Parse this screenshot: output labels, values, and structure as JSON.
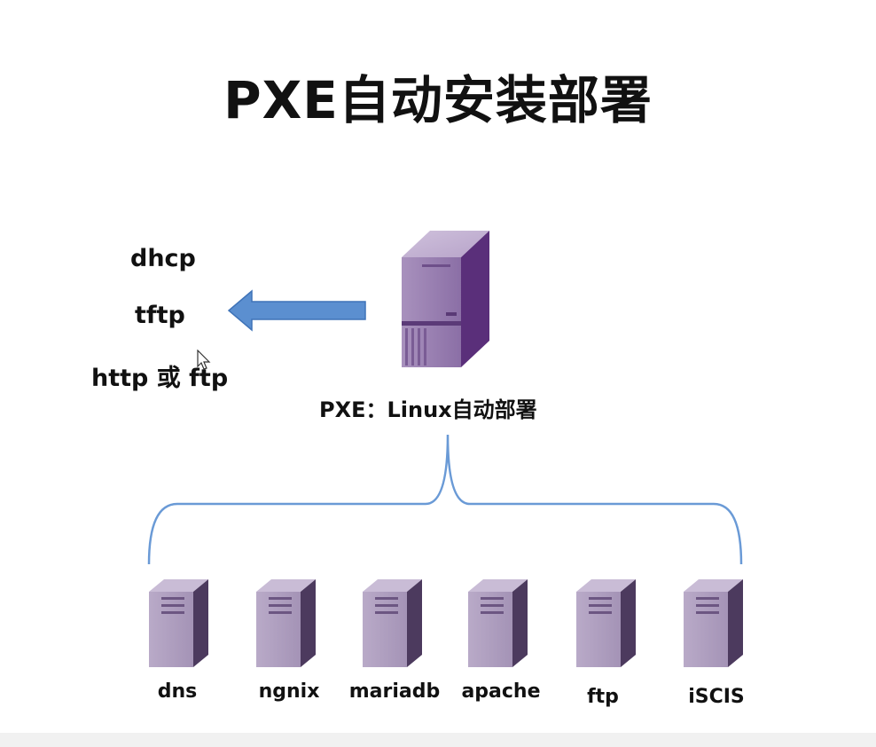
{
  "title": "PXE自动安装部署",
  "protocols": [
    "dhcp",
    "tftp",
    "http 或 ftp"
  ],
  "main_server": {
    "label": "PXE：Linux自动部署"
  },
  "services": [
    "dns",
    "ngnix",
    "mariadb",
    "apache",
    "ftp",
    "iSCIS"
  ],
  "colors": {
    "arrow": "#5b8fd0",
    "brace": "#6a9ad6",
    "server_purple": "#7a5a96",
    "server_light": "#b9a7c9"
  }
}
